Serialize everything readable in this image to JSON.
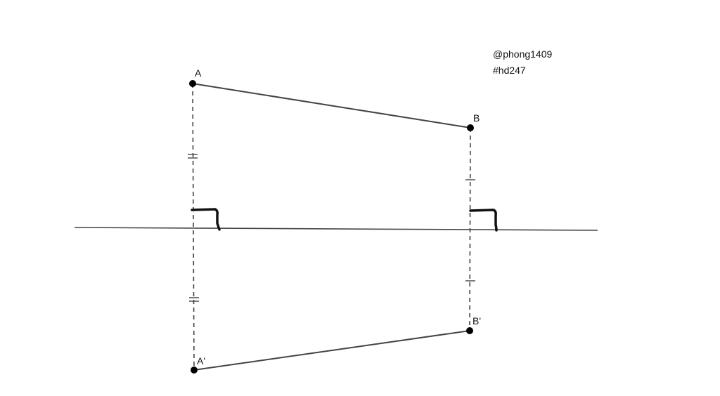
{
  "credits": {
    "handle": "@phong1409",
    "tag": "#hd247"
  },
  "points": {
    "A": "A",
    "B": "B",
    "A_prime": "A'",
    "B_prime": "B'"
  },
  "colors": {
    "line": "#444444",
    "point": "#000000",
    "mark": "#111111",
    "background": "#ffffff"
  }
}
